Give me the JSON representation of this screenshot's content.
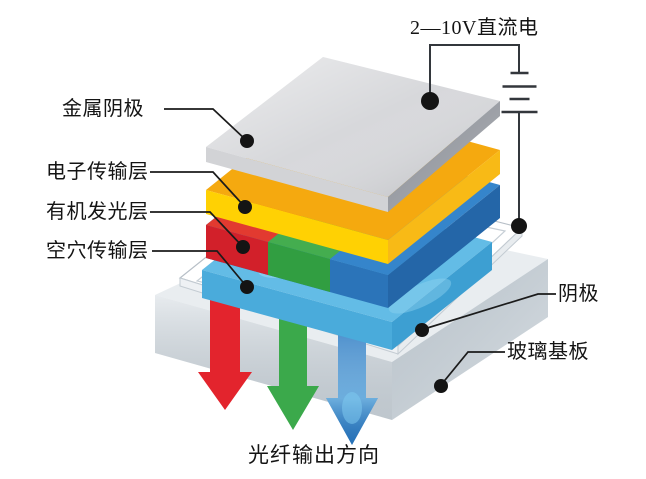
{
  "diagram": {
    "power_supply": {
      "label": "2—10V直流电"
    },
    "layer_labels": {
      "metal_cathode": "金属阴极",
      "electron_transport_layer": "电子传输层",
      "organic_emitting_layer": "有机发光层",
      "hole_transport_layer": "空穴传输层",
      "anode": "阴极",
      "glass_substrate": "玻璃基板"
    },
    "light_output_label": "光纤输出方向",
    "colors": {
      "metal_top": "#d7d8db",
      "metal_left": "#d2d3d6",
      "metal_right": "#9ea0a6",
      "electron_top": "#f5a90f",
      "electron_left": "#ffd103",
      "electron_right": "#f8ba16",
      "red_top": "#e23a30",
      "red_front": "#d2202a",
      "green_top": "#44ad4f",
      "green_front": "#319e41",
      "blue_top": "#3585cb",
      "blue_left": "#2b74b9",
      "blue_right": "#2466a8",
      "hole_top": "#63bce6",
      "hole_left": "#4aabdb",
      "hole_right": "#3d9fd2",
      "ito_frame": "#ffffff",
      "substrate_top": "#e9edf0",
      "substrate_left": "#dbe1e6",
      "substrate_right": "#d0d8de",
      "arrow_red": "#e3242d",
      "arrow_green": "#3ba94b",
      "arrow_blue": "#2d7cc4",
      "wire": "#33373c",
      "line": "#1b1b1b",
      "dot": "#141414"
    }
  }
}
